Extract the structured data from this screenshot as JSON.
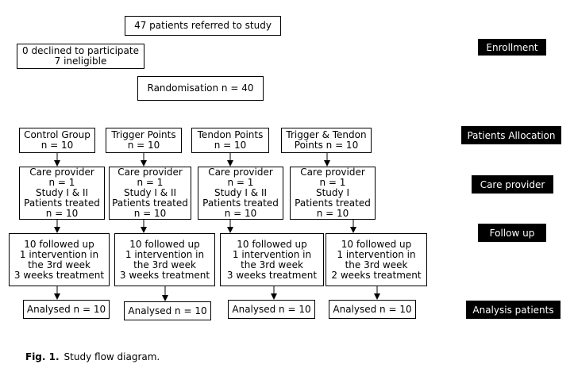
{
  "enrollment": {
    "referred": "47 patients referred to study",
    "declined_lines": [
      "0 declined to participate",
      "7 ineligible"
    ],
    "randomisation": "Randomisation n = 40"
  },
  "groups": [
    {
      "allocation": [
        "Control Group",
        "n = 10"
      ],
      "care_provider": [
        "Care provider",
        "n = 1",
        "Study I & II",
        "Patients treated",
        "n = 10"
      ],
      "follow_up": [
        "10 followed up",
        "1 intervention in",
        "the 3rd week",
        "3 weeks treatment"
      ],
      "analysed": "Analysed n = 10"
    },
    {
      "allocation": [
        "Trigger Points",
        "n = 10"
      ],
      "care_provider": [
        "Care provider",
        "n = 1",
        "Study I & II",
        "Patients treated",
        "n = 10"
      ],
      "follow_up": [
        "10 followed up",
        "1 intervention in",
        "the 3rd week",
        "3 weeks treatment"
      ],
      "analysed": "Analysed n = 10"
    },
    {
      "allocation": [
        "Tendon Points",
        "n = 10"
      ],
      "care_provider": [
        "Care provider",
        "n = 1",
        "Study I & II",
        "Patients treated",
        "n = 10"
      ],
      "follow_up": [
        "10 followed up",
        "1 intervention in",
        "the 3rd week",
        "3 weeks treatment"
      ],
      "analysed": "Analysed n = 10"
    },
    {
      "allocation": [
        "Trigger & Tendon",
        "Points n = 10"
      ],
      "care_provider": [
        "Care provider",
        "n = 1",
        "Study I",
        "Patients treated",
        "n = 10"
      ],
      "follow_up": [
        "10 followed up",
        "1 intervention in",
        "the 3rd week",
        "2 weeks treatment"
      ],
      "analysed": "Analysed n = 10"
    }
  ],
  "stage_labels": {
    "enrollment": "Enrollment",
    "allocation": "Patients Allocation",
    "care_provider": "Care provider",
    "follow_up": "Follow up",
    "analysis": "Analysis patients"
  },
  "caption": {
    "fig": "Fig. 1.",
    "text": "Study flow diagram."
  }
}
